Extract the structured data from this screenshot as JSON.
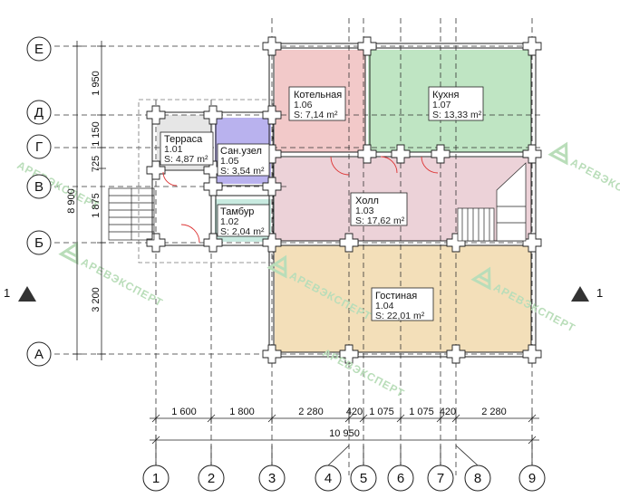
{
  "rows": [
    {
      "label": "Е",
      "key": "E"
    },
    {
      "label": "Д",
      "key": "D"
    },
    {
      "label": "Г",
      "key": "G"
    },
    {
      "label": "В",
      "key": "V"
    },
    {
      "label": "Б",
      "key": "B"
    },
    {
      "label": "А",
      "key": "A"
    }
  ],
  "columns": [
    "1",
    "2",
    "3",
    "4",
    "5",
    "6",
    "7",
    "8",
    "9"
  ],
  "left_dims": [
    "1 950",
    "1 150",
    "725",
    "1 875",
    "3 200"
  ],
  "left_total": "8 900",
  "bottom_dims": [
    "1 600",
    "1 800",
    "2 280",
    "420",
    "1 075",
    "1 075",
    "420",
    "2 280"
  ],
  "bottom_total": "10 950",
  "section_mark": "1",
  "watermark": "АРЕВЭКСПЕРТ",
  "rooms": [
    {
      "name": "Котельная",
      "number": "1.06",
      "area": "S:  7,14 m²",
      "fill": "#f2c9c9"
    },
    {
      "name": "Кухня",
      "number": "1.07",
      "area": "S: 13,33 m²",
      "fill": "#bfe5c3"
    },
    {
      "name": "Терраса",
      "number": "1.01",
      "area": "S: 4,87 m²",
      "fill": "#e6e6e6"
    },
    {
      "name": "Сан.узел",
      "number": "1.05",
      "area": "S: 3,54 m²",
      "fill": "#b9b2ee"
    },
    {
      "name": "Холл",
      "number": "1.03",
      "area": "S: 17,62 m²",
      "fill": "#ecd2d8"
    },
    {
      "name": "Тамбур",
      "number": "1.02",
      "area": "S: 2,04 m²",
      "fill": "#c8eae0"
    },
    {
      "name": "Гостиная",
      "number": "1.04",
      "area": "S: 22,01 m²",
      "fill": "#f3dfb9"
    }
  ],
  "colors": {
    "line": "#222222",
    "wall": "#ffffff",
    "grid_dash": "#333333",
    "arrow": "#333333"
  }
}
